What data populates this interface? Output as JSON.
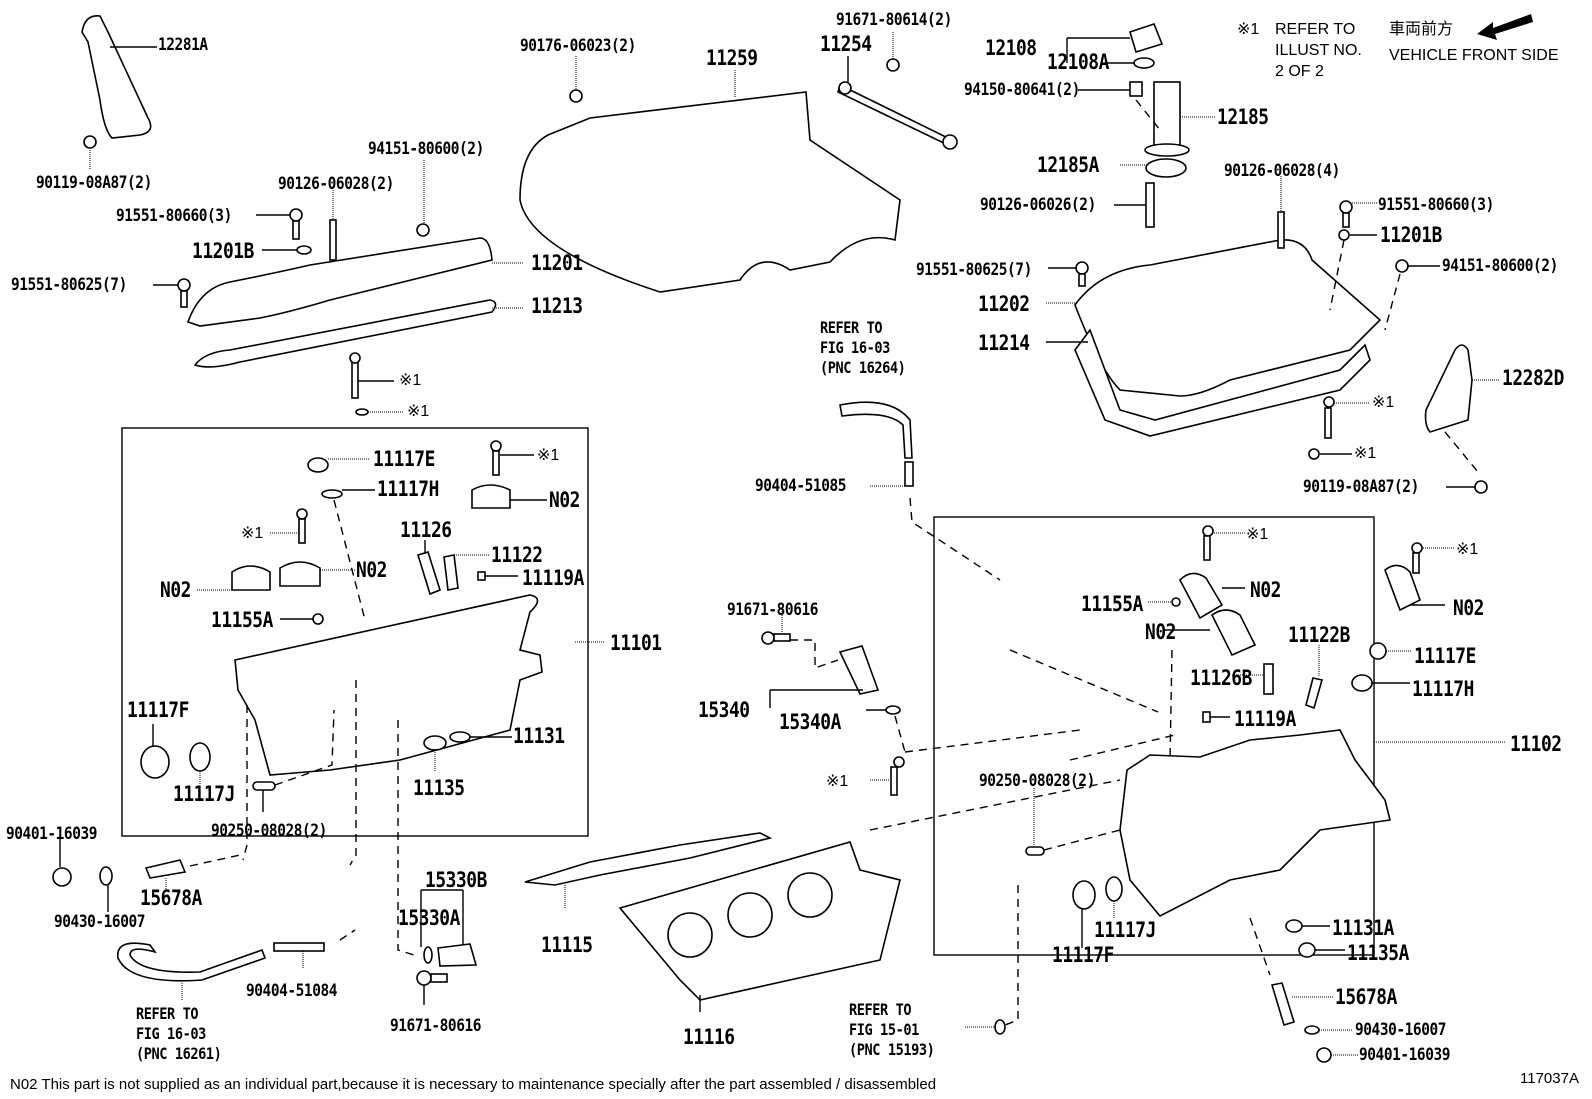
{
  "diagram": {
    "illustration_id": "117037A",
    "footnote": "N02 This part is not supplied as an individual part,because it is necessary to maintenance specially after the part assembled / disassembled",
    "legend": {
      "symbol": "※1",
      "text": "REFER TO\nILLUST NO.\n2 OF 2"
    },
    "orientation": {
      "japanese": "車両前方",
      "english": "VEHICLE FRONT SIDE",
      "arrow_icon": "left-arrow"
    },
    "labels": {
      "p12281A": "12281A",
      "p90119_l": "90119-08A87(2)",
      "p91551_660_l": "91551-80660(3)",
      "p11201B_l": "11201B",
      "p91551_625_l": "91551-80625(7)",
      "p90126_028_l": "90126-06028(2)",
      "p94151_l": "94151-80600(2)",
      "p11201": "11201",
      "p11213": "11213",
      "ref1_l": "※1",
      "ref2_l": "※1",
      "p90176": "90176-06023(2)",
      "p11259": "11259",
      "p11254": "11254",
      "p91671_614": "91671-80614(2)",
      "p12108": "12108",
      "p12108A": "12108A",
      "p94150": "94150-80641(2)",
      "p12185": "12185",
      "p12185A": "12185A",
      "p90126_026": "90126-06026(2)",
      "p90126_028_r": "90126-06028(4)",
      "p91551_660_r": "91551-80660(3)",
      "p11201B_r": "11201B",
      "p91551_625_r": "91551-80625(7)",
      "p94151_r": "94151-80600(2)",
      "p11202": "11202",
      "p11214": "11214",
      "p12282D": "12282D",
      "ref3_r": "※1",
      "ref4_r": "※1",
      "p90119_r": "90119-08A87(2)",
      "ref_16264": "REFER TO\nFIG 16-03\n(PNC 16264)",
      "p90404_085": "90404-51085",
      "p11117E_l": "11117E",
      "p11117H_l": "11117H",
      "ref5": "※1",
      "N02_a": "N02",
      "ref6": "※1",
      "N02_b": "N02",
      "N02_c": "N02",
      "p11126": "11126",
      "p11122": "11122",
      "p11119A_l": "11119A",
      "p11155A_l": "11155A",
      "p11101": "11101",
      "p11117F_l": "11117F",
      "p11117J_l": "11117J",
      "p11131": "11131",
      "p11135": "11135",
      "p90250_l": "90250-08028(2)",
      "p90401_l": "90401-16039",
      "p90430_l": "90430-16007",
      "p15678A_l": "15678A",
      "p90404_084": "90404-51084",
      "ref_16261": "REFER TO\nFIG 16-03\n(PNC 16261)",
      "p15330B": "15330B",
      "p15330A": "15330A",
      "p91671_616_b": "91671-80616",
      "p11115": "11115",
      "p11116": "11116",
      "ref_15193": "REFER TO\nFIG 15-01\n(PNC 15193)",
      "p91671_616_m": "91671-80616",
      "p15340": "15340",
      "p15340A": "15340A",
      "ref7": "※1",
      "ref8": "※1",
      "ref9": "※1",
      "N02_d": "N02",
      "p11155A_r": "11155A",
      "N02_e": "N02",
      "N02_f": "N02",
      "p11122B": "11122B",
      "p11117E_r": "11117E",
      "p11126B": "11126B",
      "p11117H_r": "11117H",
      "p11119A_r": "11119A",
      "p11102": "11102",
      "p90250_r": "90250-08028(2)",
      "p11117J_r": "11117J",
      "p11117F_r": "11117F",
      "p11131A": "11131A",
      "p11135A": "11135A",
      "p15678A_r": "15678A",
      "p90430_r": "90430-16007",
      "p90401_r": "90401-16039"
    }
  }
}
